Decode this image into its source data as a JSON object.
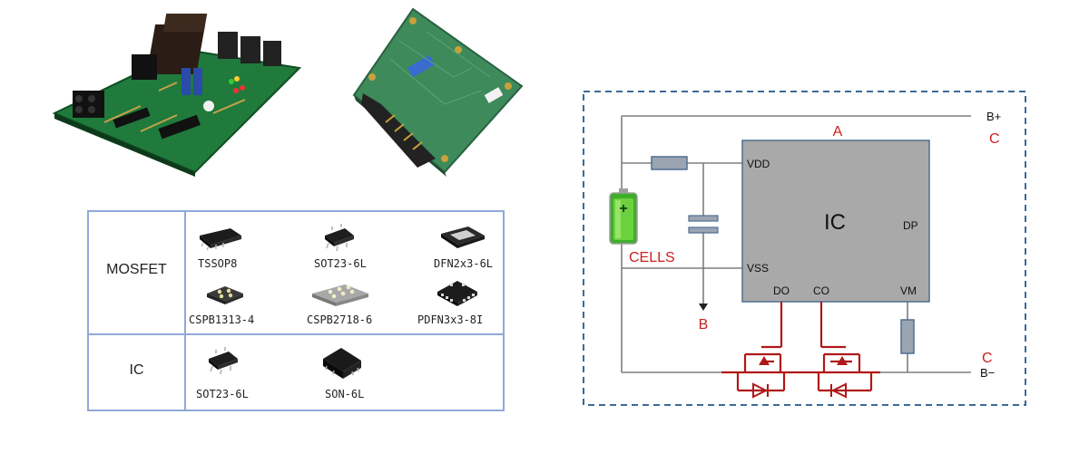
{
  "package_table": {
    "rows": [
      {
        "label": "MOSFET",
        "packages": [
          "TSSOP8",
          "SOT23-6L",
          "DFN2x3-6L",
          "CSPB1313-4",
          "CSPB2718-6",
          "PDFN3x3-8I"
        ]
      },
      {
        "label": "IC",
        "packages": [
          "SOT23-6L",
          "SON-6L"
        ]
      }
    ]
  },
  "schematic": {
    "label_a": "A",
    "label_b": "B",
    "label_c_top": "C",
    "label_c_bottom": "C",
    "label_cells": "CELLS",
    "terminal_positive": "B+",
    "terminal_negative": "B−",
    "ic": {
      "title": "IC",
      "pins": {
        "vdd": "VDD",
        "vss": "VSS",
        "dp": "DP",
        "do": "DO",
        "co": "CO",
        "vm": "VM"
      }
    },
    "battery_symbol": "+",
    "colors": {
      "annotation": "#cc1f1f",
      "ic_fill": "#a9a9a9",
      "wire": "#7f7f7f",
      "frame": "#3c6a96",
      "mosfet": "#b01818"
    }
  }
}
